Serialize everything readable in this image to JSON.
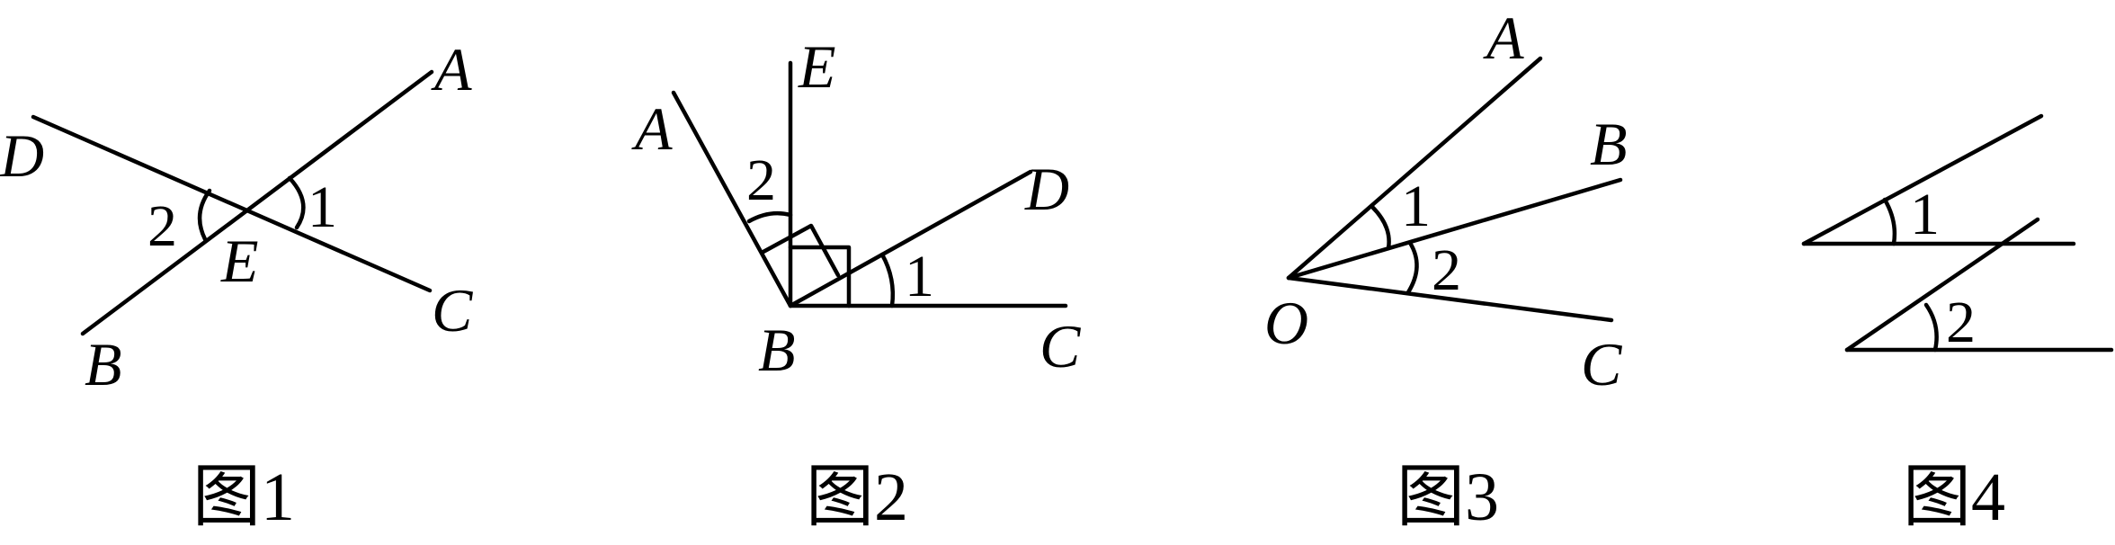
{
  "figures": [
    {
      "caption": "图1",
      "labels": {
        "A": "A",
        "B": "B",
        "C": "C",
        "D": "D",
        "E": "E",
        "angle1": "1",
        "angle2": "2"
      }
    },
    {
      "caption": "图2",
      "labels": {
        "A": "A",
        "B": "B",
        "C": "C",
        "D": "D",
        "E": "E",
        "angle1": "1",
        "angle2": "2"
      }
    },
    {
      "caption": "图3",
      "labels": {
        "A": "A",
        "B": "B",
        "C": "C",
        "O": "O",
        "angle1": "1",
        "angle2": "2"
      }
    },
    {
      "caption": "图4",
      "labels": {
        "angle1": "1",
        "angle2": "2"
      }
    }
  ]
}
